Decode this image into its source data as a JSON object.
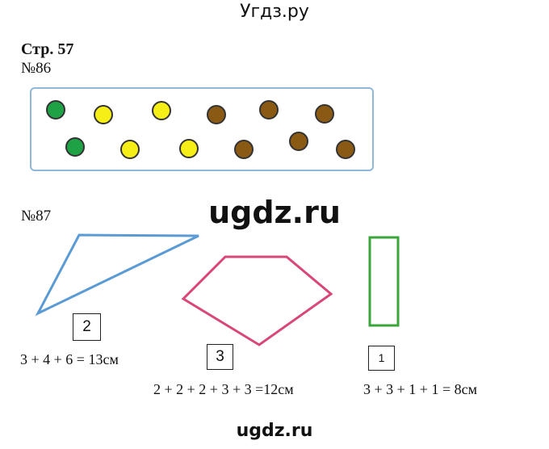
{
  "header": {
    "title": "Угдз.ру"
  },
  "page_label": "Стр. 57",
  "task86": {
    "label": "№86",
    "counters": [
      {
        "row": 1,
        "color": "#1fa146"
      },
      {
        "row": 1,
        "color": "#f6ee17"
      },
      {
        "row": 1,
        "color": "#f6ee17"
      },
      {
        "row": 1,
        "color": "#8a5a14"
      },
      {
        "row": 1,
        "color": "#8a5a14"
      },
      {
        "row": 1,
        "color": "#8a5a14"
      },
      {
        "row": 2,
        "color": "#1fa146"
      },
      {
        "row": 2,
        "color": "#f6ee17"
      },
      {
        "row": 2,
        "color": "#f6ee17"
      },
      {
        "row": 2,
        "color": "#8a5a14"
      },
      {
        "row": 2,
        "color": "#8a5a14"
      },
      {
        "row": 2,
        "color": "#8a5a14"
      }
    ]
  },
  "watermark": "ugdz.ru",
  "task87": {
    "label": "№87",
    "triangle": {
      "color": "#5b9bd5",
      "number": "2",
      "equation": "3 + 4 + 6 = 13см"
    },
    "pentagon": {
      "color": "#d9477a",
      "number": "3",
      "equation": "2 + 2 + 2 + 3 + 3 =12см"
    },
    "rectangle": {
      "color": "#3aa53a",
      "number": "1",
      "equation": "3 + 3 + 1 + 1 = 8см"
    }
  },
  "footer": {
    "watermark": "ugdz.ru"
  }
}
